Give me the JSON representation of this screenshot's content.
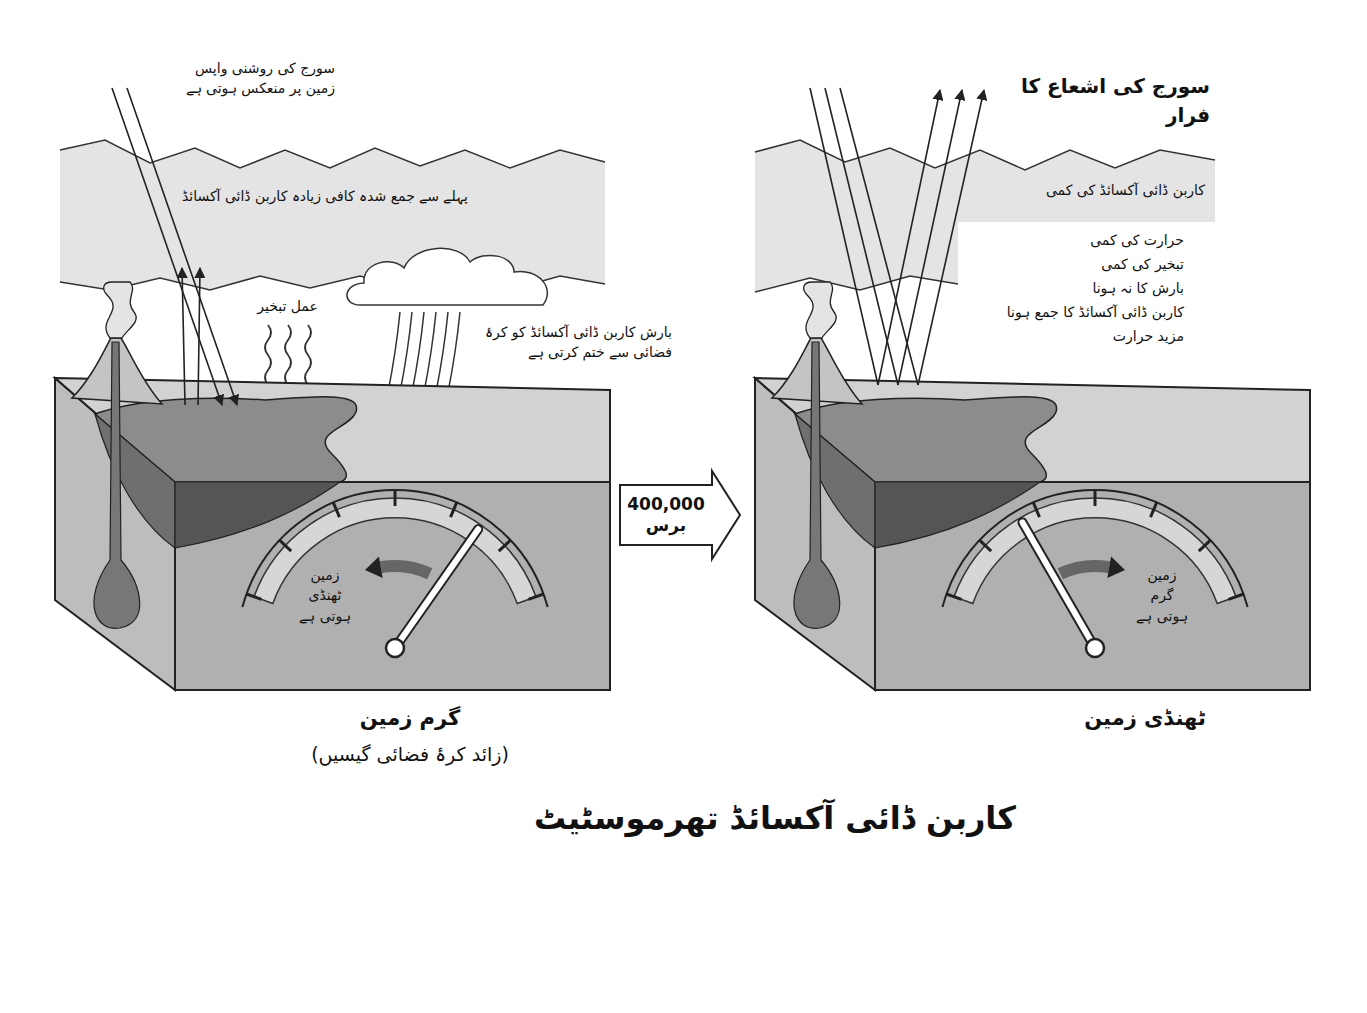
{
  "diagram": {
    "title": "کاربن ڈائی آکسائڈ تھرموسٹیٹ",
    "nodes": [
      {
        "text": [
          "گرم زمین",
          "(زائد کرۂ فضائی گیسیں)",
          "زمین ٹھنڈی ہوتی ہے"
        ]
      },
      {
        "text": [
          "ٹھنڈی زمین",
          "زمین گرم ہوتی ہے"
        ]
      }
    ],
    "edges": [
      {
        "from": 0,
        "to": 1,
        "arrow": "to",
        "label": "400,000 برس"
      }
    ],
    "labels": [
      "سورج کی روشنی واپس زمین پر منعکس ہوتی ہے",
      "پہلے سے جمع شدہ کافی زیادہ کاربن ڈائی آکسائڈ",
      "عمل تبخیر",
      "بارش کاربن ڈائی آکسائڈ کو کرۂ فضائی سے ختم کرتی ہے",
      "سورج کی اشعاع کا فرار",
      "کاربن ڈائی آکسائڈ کی کمی",
      "حرارت کی کمی",
      "تبخیر کی کمی",
      "بارش کا نہ ہونا",
      "کاربن ڈائی آکسائڈ کا جمع ہونا",
      "مزید حرارت"
    ]
  }
}
